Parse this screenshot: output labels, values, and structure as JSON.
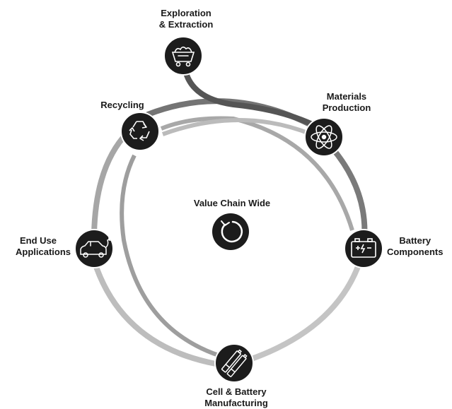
{
  "stages": {
    "exploration": {
      "line1": "Exploration",
      "line2": "& Extraction",
      "icon": "mine-cart-icon"
    },
    "materials": {
      "line1": "Materials",
      "line2": "Production",
      "icon": "atom-icon"
    },
    "components": {
      "line1": "Battery",
      "line2": "Components",
      "icon": "battery-icon"
    },
    "manufacturing": {
      "line1": "Cell & Battery",
      "line2": "Manufacturing",
      "icon": "aa-batteries-icon"
    },
    "end_use": {
      "line1": "End Use",
      "line2": "Applications",
      "icon": "electric-car-icon"
    },
    "recycling": {
      "line1": "Recycling",
      "icon": "recycle-icon"
    }
  },
  "center": {
    "label": "Value Chain Wide",
    "icon": "cycle-icon"
  },
  "colors": {
    "node": "#1c1c1c",
    "ring_dark": "#6e6e6e",
    "ring_mid": "#9a9a9a",
    "ring_light": "#c2c2c2"
  }
}
